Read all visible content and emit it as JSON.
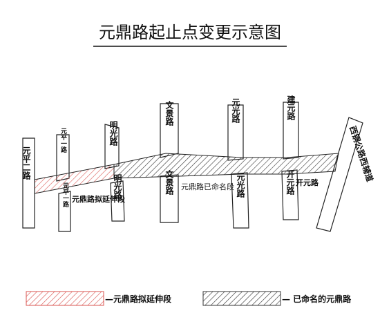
{
  "title": "元鼎路起止点变更示意图",
  "roads": {
    "yuanping_2": "元平二路",
    "yuanping_1_north": "元平一路",
    "yuanping_1_south": "元平一路",
    "mingguang_north": "明光路",
    "mingguang_south": "明光路",
    "wenjing_north": "文景路",
    "wenjing_south": "文景路",
    "yuanguang_north": "元光路",
    "yuanguang_south": "元光路",
    "jianyuan": "建元路",
    "kaiyuan": "开元路",
    "xitong_highway": "西铜公路西辅道"
  },
  "segments": {
    "proposed_extension": "元鼎路拟延伸段",
    "named_segment": "元鼎路已命名段"
  },
  "legend": {
    "proposed": "—元鼎路拟延伸段",
    "named": "— 已命名的元鼎路"
  },
  "colors": {
    "proposed_hatch": "#d9534f",
    "named_hatch": "#333333"
  }
}
